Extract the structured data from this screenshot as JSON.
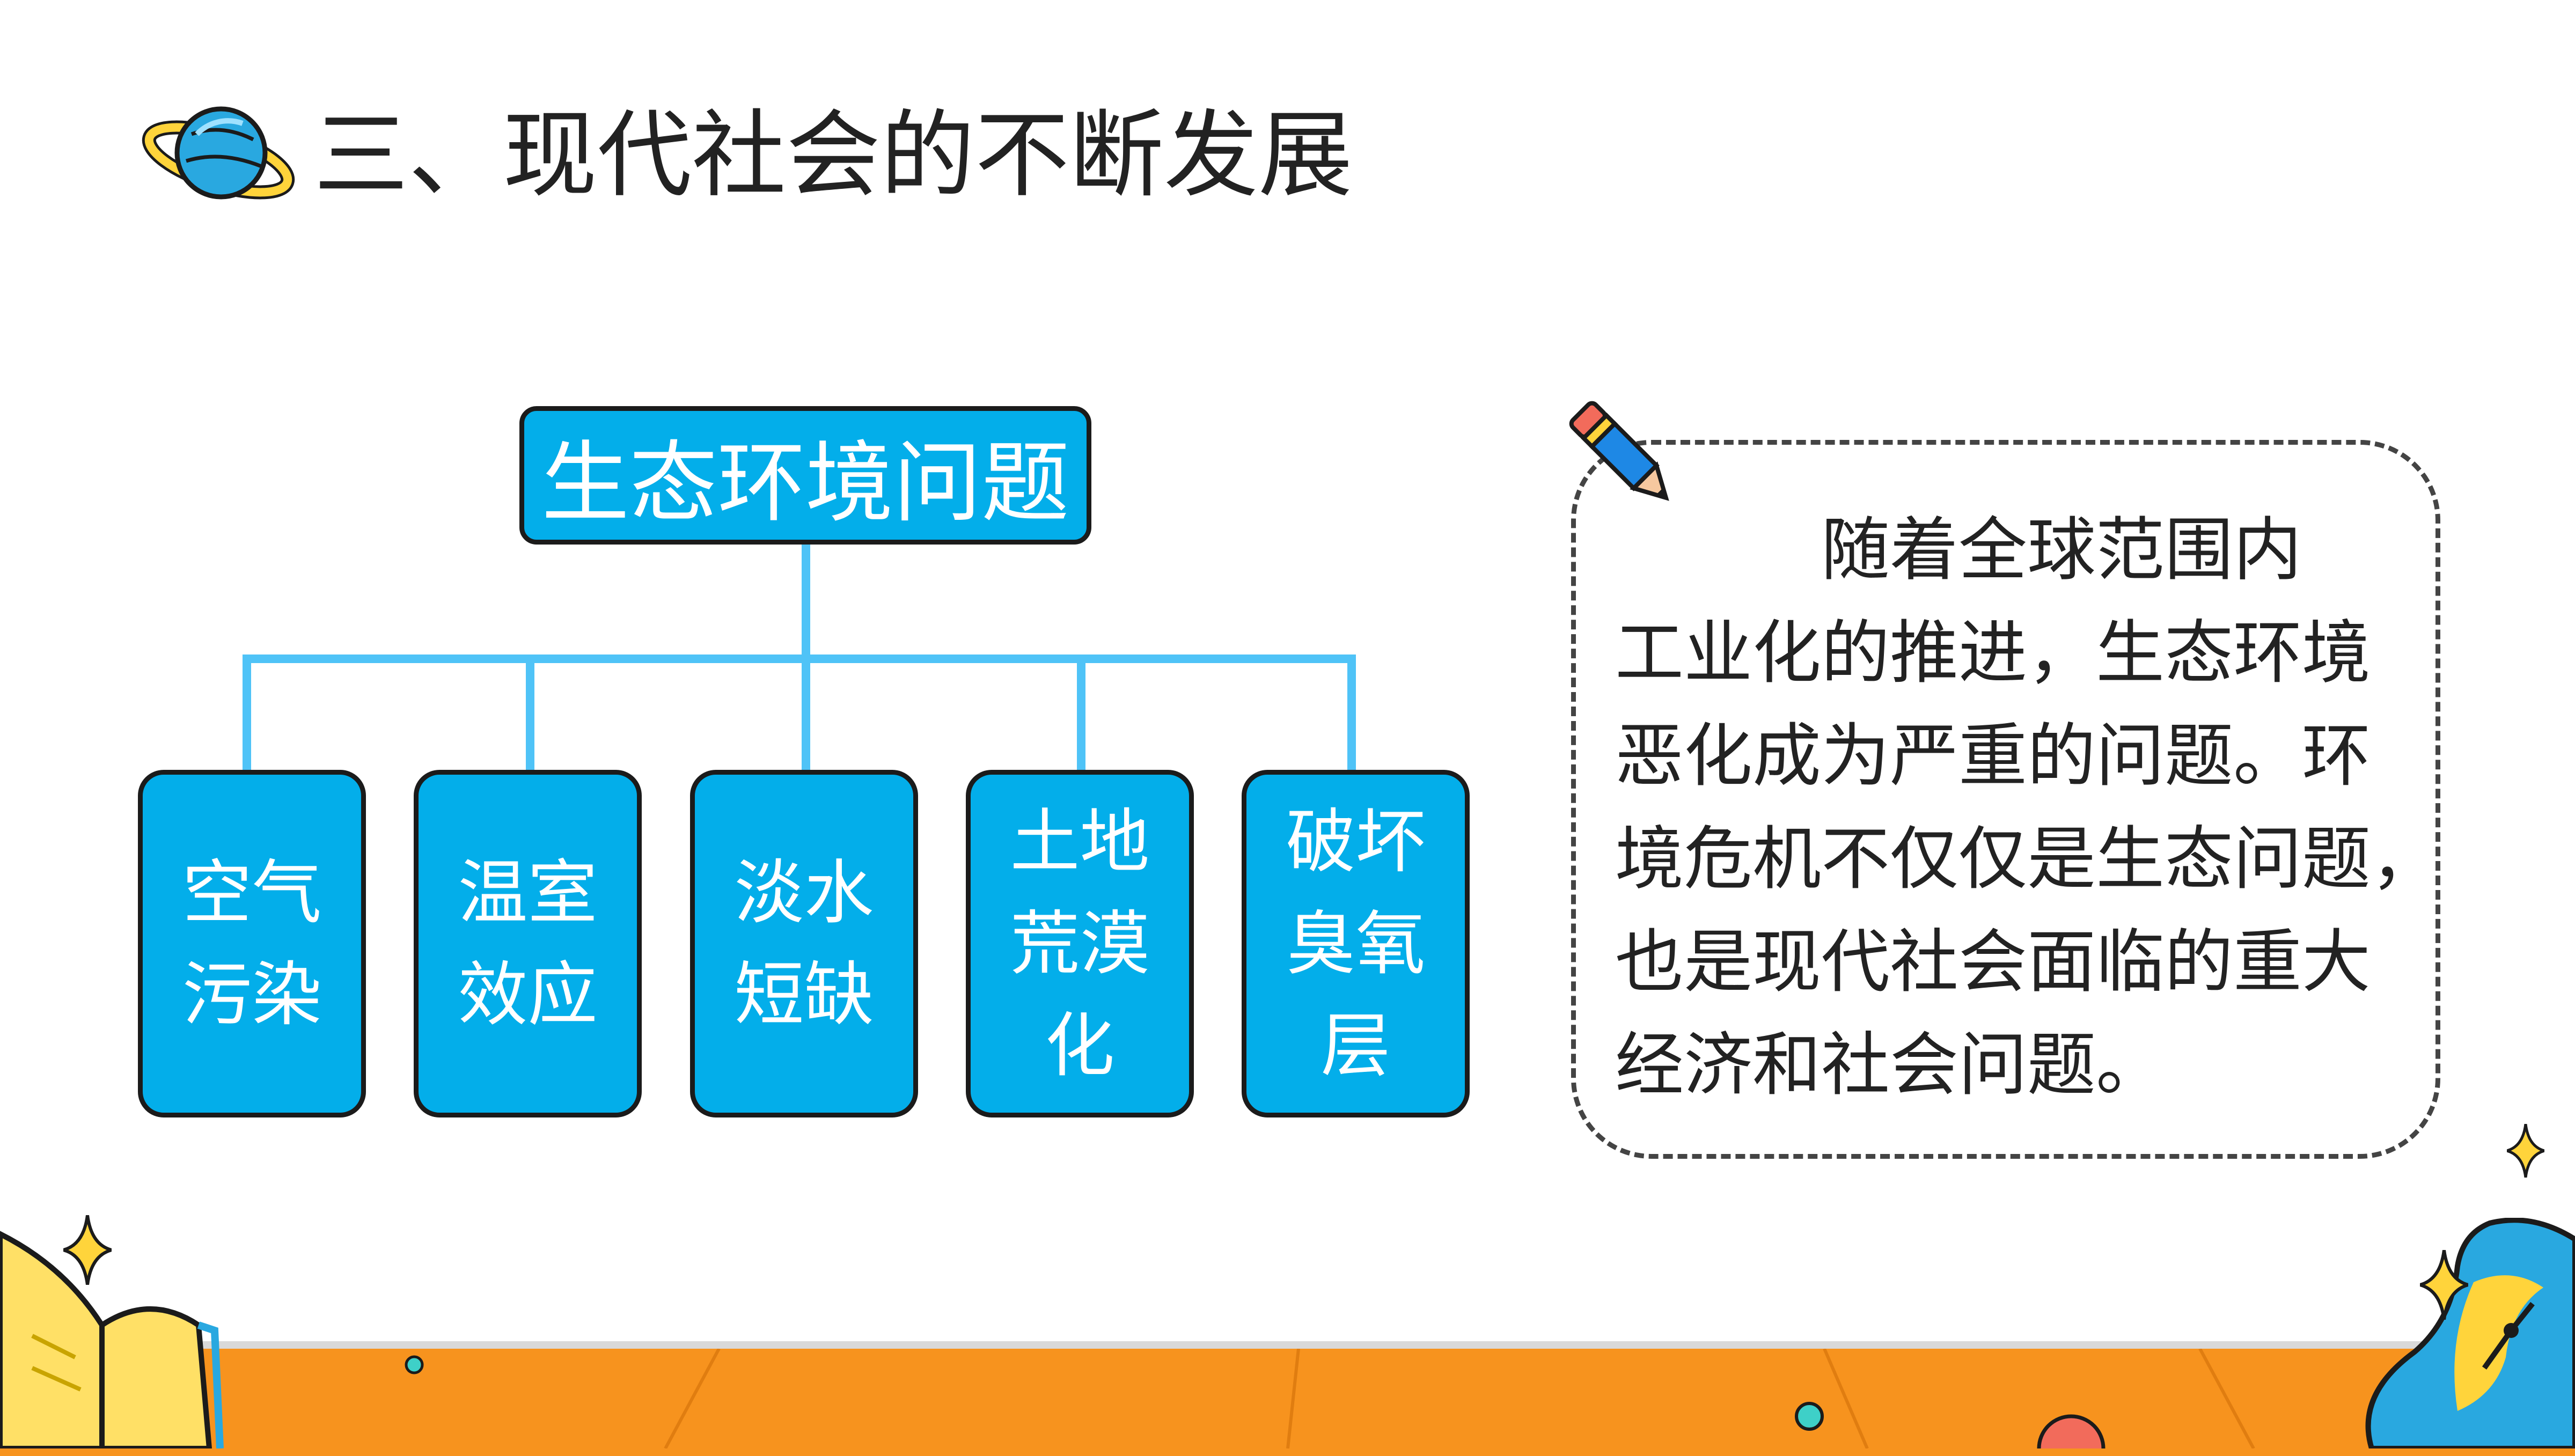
{
  "slide": {
    "title": "三、现代社会的不断发展"
  },
  "diagram": {
    "root": "生态环境问题",
    "leaves": [
      {
        "line1": "空气",
        "line2": "污染",
        "line3": ""
      },
      {
        "line1": "温室",
        "line2": "效应",
        "line3": ""
      },
      {
        "line1": "淡水",
        "line2": "短缺",
        "line3": ""
      },
      {
        "line1": "土地",
        "line2": "荒漠",
        "line3": "化"
      },
      {
        "line1": "破坏",
        "line2": "臭氧",
        "line3": "层"
      }
    ]
  },
  "note": {
    "lines": [
      "　　　随着全球范围内",
      "工业化的推进，生态环境",
      "恶化成为严重的问题。环",
      "境危机不仅仅是生态问题，",
      "也是现代社会面临的重大",
      "经济和社会问题。"
    ]
  },
  "colors": {
    "box_fill": "#03aeea",
    "connector": "#4fc3f7",
    "floor": "#f7931e",
    "star": "#ffd43b"
  },
  "icons": [
    "planet-icon",
    "pencil-icon",
    "sparkle-icon",
    "open-book-icon",
    "clock-icon"
  ]
}
